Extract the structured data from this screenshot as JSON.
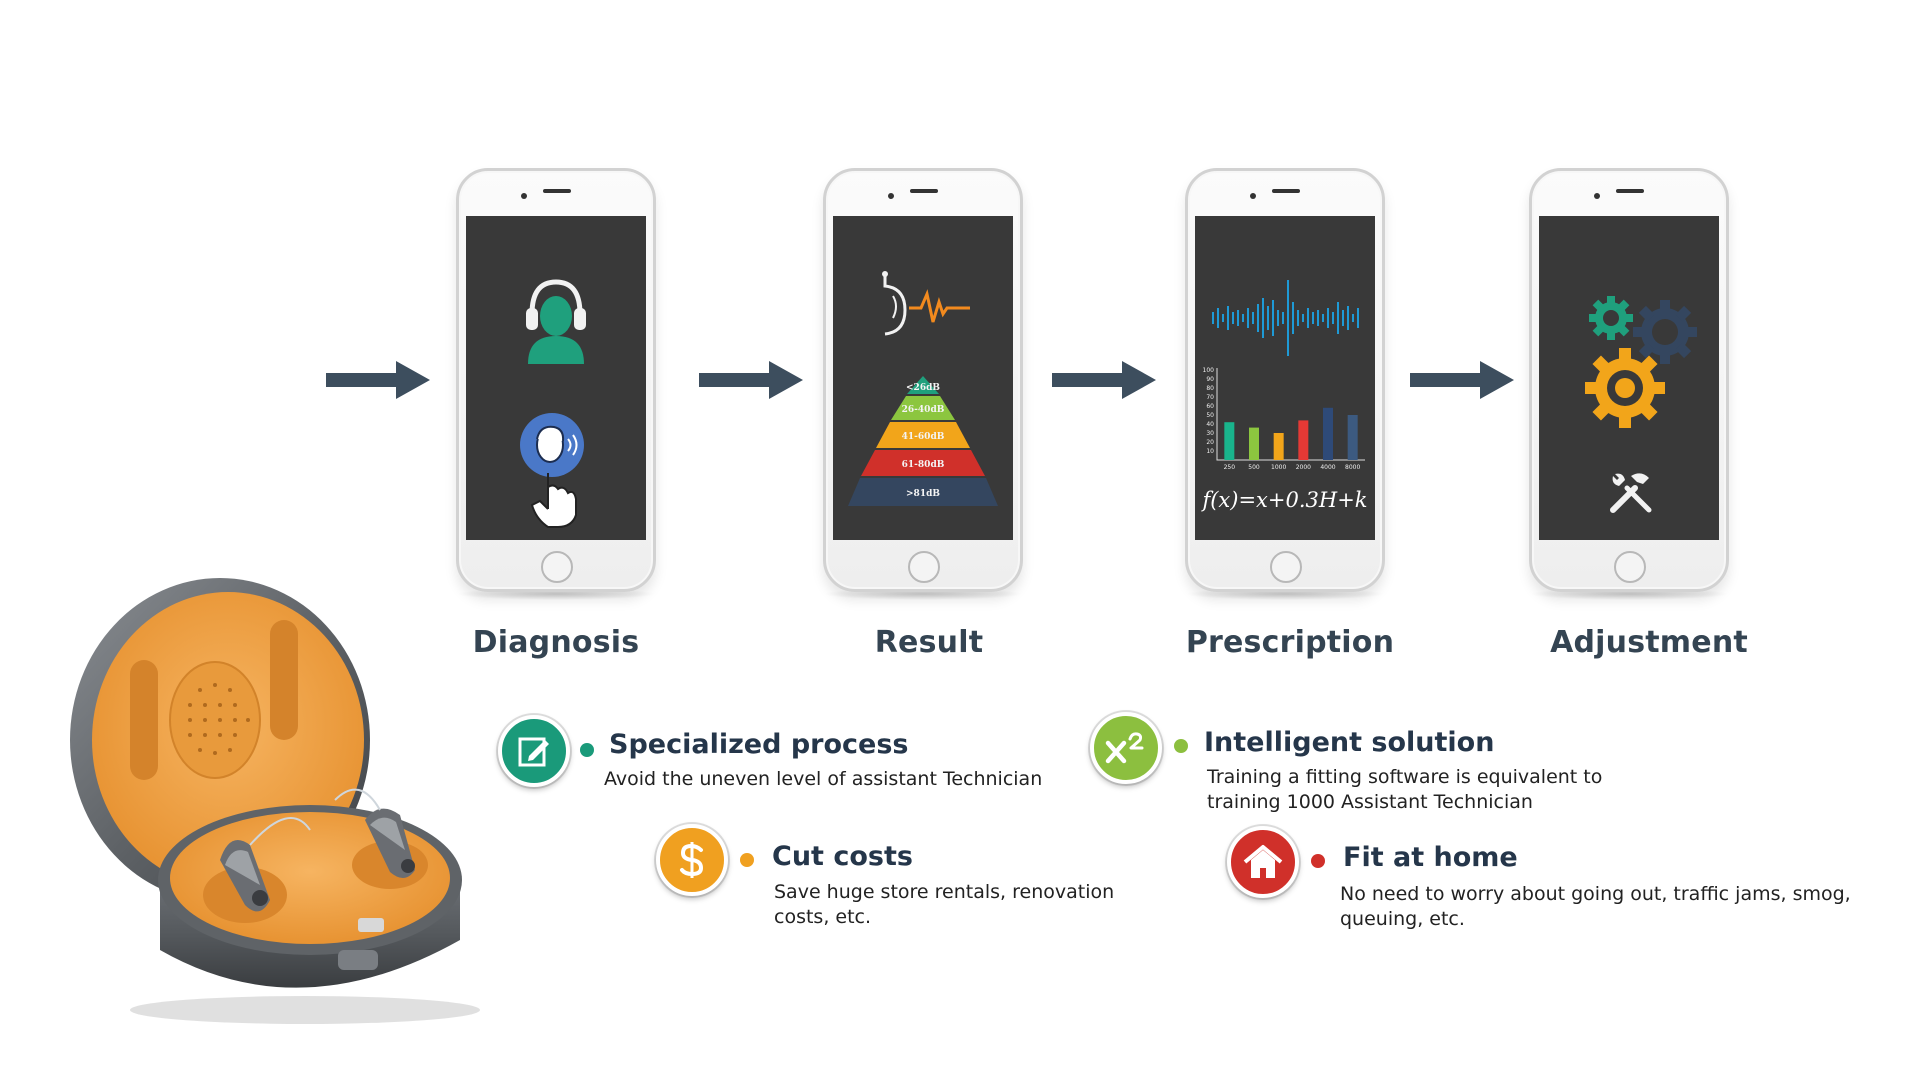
{
  "steps": [
    {
      "label": "Diagnosis"
    },
    {
      "label": "Result"
    },
    {
      "label": "Prescription"
    },
    {
      "label": "Adjustment"
    }
  ],
  "result_screen": {
    "levels": [
      "<26dB",
      "26-40dB",
      "41-60dB",
      "61-80dB",
      ">81dB"
    ]
  },
  "prescription_screen": {
    "y_ticks": [
      "100",
      "90",
      "80",
      "70",
      "60",
      "50",
      "40",
      "30",
      "20",
      "10"
    ],
    "x_ticks": [
      "250",
      "500",
      "1000",
      "2000",
      "4000",
      "8000"
    ],
    "bar_colors": [
      "#19b48c",
      "#8cc63f",
      "#f2a51a",
      "#e53935",
      "#2e4a78",
      "#3c5a80"
    ],
    "formula": "f(x)=x+0.3H+k"
  },
  "features": [
    {
      "title": "Specialized process",
      "desc": "Avoid the uneven level of assistant Technician",
      "icon": "edit-icon",
      "color": "#1a9a7a",
      "dot_color": "#1a9a7a"
    },
    {
      "title": "Intelligent solution",
      "desc_line1": "Training a fitting software is equivalent to",
      "desc_line2": "training 1000 Assistant Technician",
      "icon": "x-squared-icon",
      "color": "#8cbf3f",
      "dot_color": "#8cbf3f"
    },
    {
      "title": "Cut costs",
      "desc_line1": "Save huge store rentals, renovation",
      "desc_line2": "costs, etc.",
      "icon": "dollar-icon",
      "color": "#f0a020",
      "dot_color": "#f0a020"
    },
    {
      "title": "Fit at home",
      "desc_line1": "No need to worry about going out, traffic jams, smog,",
      "desc_line2": "queuing, etc.",
      "icon": "home-icon",
      "color": "#d0302a",
      "dot_color": "#d0302a"
    }
  ],
  "colors": {
    "arrow": "#3d4e5e",
    "label": "#344452",
    "screen": "#393939",
    "case_orange": "#f2a54a"
  }
}
